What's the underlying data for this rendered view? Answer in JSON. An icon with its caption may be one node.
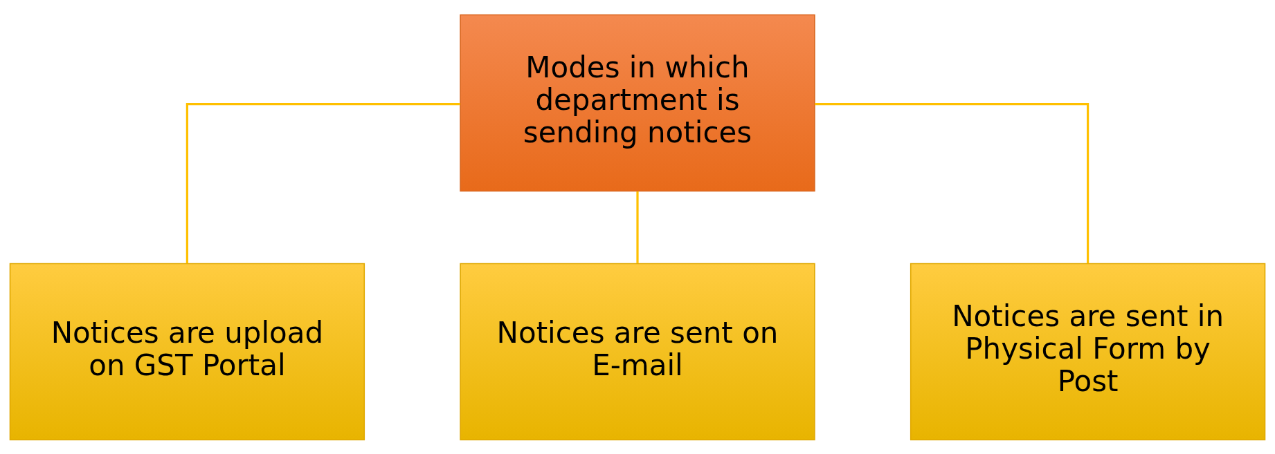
{
  "diagram": {
    "nodes": [
      {
        "text": [
          "Modes in which department is sending notices"
        ]
      },
      {
        "text": [
          "Notices are upload on GST Portal"
        ]
      },
      {
        "text": [
          "Notices are sent on E-mail"
        ]
      },
      {
        "text": [
          "Notices are sent in Physical Form by Post"
        ]
      }
    ],
    "edges": [
      {
        "from": 0,
        "to": 1,
        "arrow": "none"
      },
      {
        "from": 0,
        "to": 2,
        "arrow": "none"
      },
      {
        "from": 0,
        "to": 3,
        "arrow": "none"
      }
    ]
  }
}
